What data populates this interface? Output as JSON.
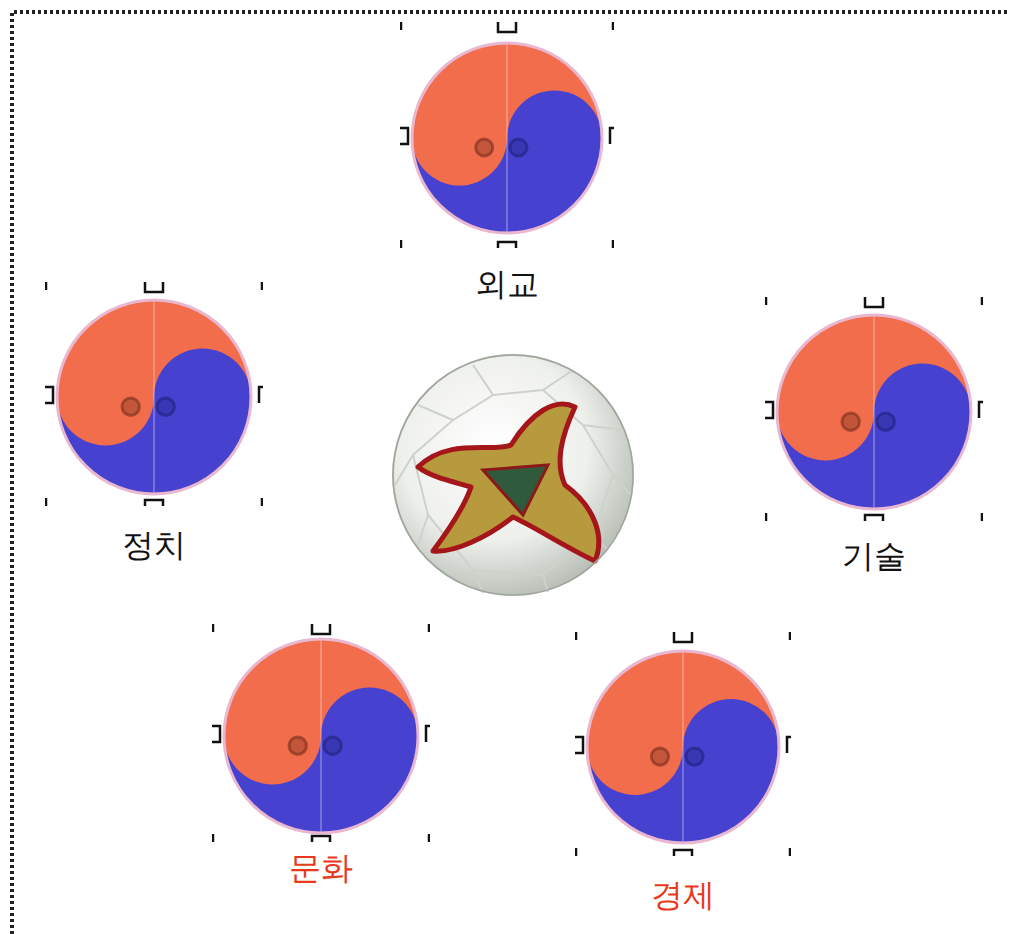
{
  "diagram": {
    "nodes": [
      {
        "text": [
          "외교"
        ]
      },
      {
        "text": [
          "정치"
        ]
      },
      {
        "text": [
          "기술"
        ]
      },
      {
        "text": [
          "문화"
        ]
      },
      {
        "text": [
          "경제"
        ]
      }
    ]
  }
}
